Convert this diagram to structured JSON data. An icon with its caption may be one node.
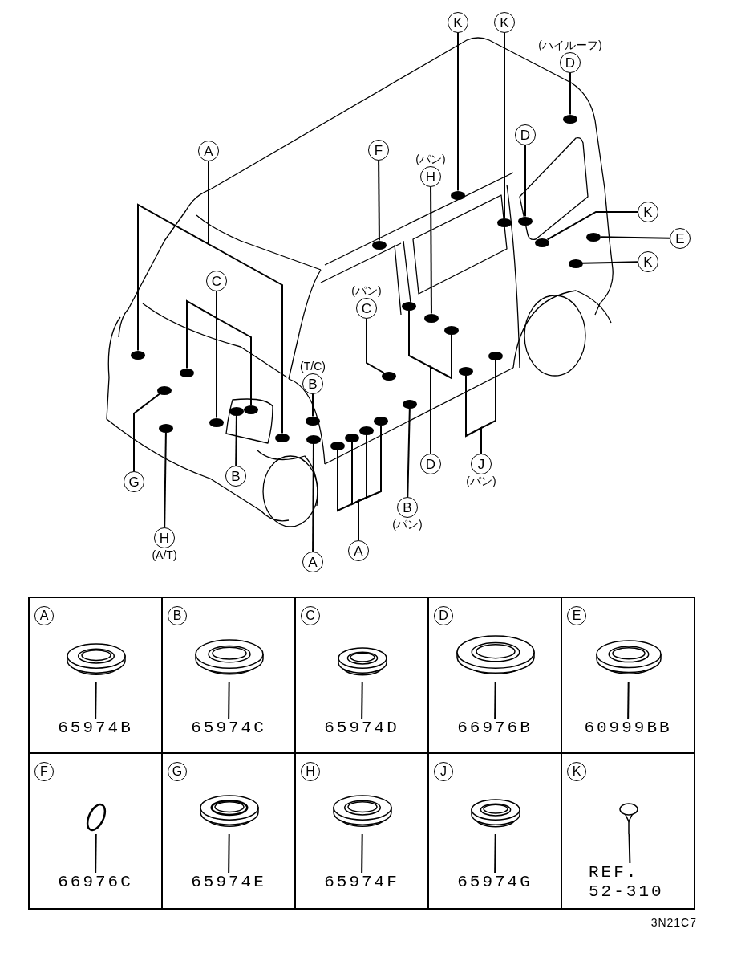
{
  "diagram": {
    "nodes": [
      {
        "text": [
          "A"
        ]
      },
      {
        "text": [],
        "shape": "circle"
      },
      {
        "text": [],
        "shape": "circle"
      },
      {
        "text": [
          "C"
        ]
      },
      {
        "text": [],
        "shape": "circle"
      },
      {
        "text": [],
        "shape": "circle"
      },
      {
        "text": [],
        "shape": "circle"
      },
      {
        "text": [
          "G"
        ]
      },
      {
        "text": [],
        "shape": "circle"
      },
      {
        "text": [
          "B"
        ]
      },
      {
        "text": [],
        "shape": "circle"
      },
      {
        "text": [
          "H"
        ],
        "beside": [
          "(A/T)"
        ]
      },
      {
        "text": [],
        "shape": "circle"
      },
      {
        "text": [
          "B"
        ],
        "beside": [
          "(T/C)"
        ]
      },
      {
        "text": [],
        "shape": "circle"
      },
      {
        "text": [
          "A"
        ]
      },
      {
        "text": [],
        "shape": "circle"
      },
      {
        "text": [
          "A"
        ]
      },
      {
        "text": [],
        "shape": "circle"
      },
      {
        "text": [],
        "shape": "circle"
      },
      {
        "text": [],
        "shape": "circle"
      },
      {
        "text": [],
        "shape": "circle"
      },
      {
        "text": [
          "F"
        ]
      },
      {
        "text": [],
        "shape": "circle"
      },
      {
        "text": [
          "C"
        ],
        "beside": [
          "(パン)"
        ]
      },
      {
        "text": [],
        "shape": "circle"
      },
      {
        "text": [
          "B"
        ],
        "beside": [
          "(パン)"
        ]
      },
      {
        "text": [],
        "shape": "circle"
      },
      {
        "text": [
          "H"
        ],
        "beside": [
          "(パン)"
        ]
      },
      {
        "text": [],
        "shape": "circle"
      },
      {
        "text": [
          "D"
        ]
      },
      {
        "text": [],
        "shape": "circle"
      },
      {
        "text": [],
        "shape": "circle"
      },
      {
        "text": [
          "J"
        ],
        "beside": [
          "(パン)"
        ]
      },
      {
        "text": [],
        "shape": "circle"
      },
      {
        "text": [],
        "shape": "circle"
      },
      {
        "text": [
          "K"
        ]
      },
      {
        "text": [],
        "shape": "circle"
      },
      {
        "text": [
          "K"
        ]
      },
      {
        "text": [],
        "shape": "circle"
      },
      {
        "text": [
          "D"
        ],
        "beside": [
          "(ハイルーフ)"
        ]
      },
      {
        "text": [],
        "shape": "circle"
      },
      {
        "text": [
          "D"
        ]
      },
      {
        "text": [],
        "shape": "circle"
      },
      {
        "text": [
          "K"
        ]
      },
      {
        "text": [],
        "shape": "circle"
      },
      {
        "text": [
          "E"
        ]
      },
      {
        "text": [],
        "shape": "circle"
      },
      {
        "text": [
          "K"
        ]
      },
      {
        "text": [],
        "shape": "circle"
      },
      {
        "text": [],
        "shape": "box"
      },
      {
        "text": [
          "A"
        ],
        "in": 50
      },
      {
        "text": [],
        "shape": "picture",
        "in": 50
      },
      {
        "text": [
          "65974B"
        ],
        "in": 50
      },
      {
        "text": [],
        "shape": "box"
      },
      {
        "text": [
          "B"
        ],
        "in": 54
      },
      {
        "text": [],
        "shape": "picture",
        "in": 54
      },
      {
        "text": [
          "65974C"
        ],
        "in": 54
      },
      {
        "text": [],
        "shape": "box"
      },
      {
        "text": [
          "C"
        ],
        "in": 58
      },
      {
        "text": [],
        "shape": "picture",
        "in": 58
      },
      {
        "text": [
          "65974D"
        ],
        "in": 58
      },
      {
        "text": [],
        "shape": "box"
      },
      {
        "text": [
          "D"
        ],
        "in": 62
      },
      {
        "text": [],
        "shape": "picture",
        "in": 62
      },
      {
        "text": [
          "66976B"
        ],
        "in": 62
      },
      {
        "text": [],
        "shape": "box"
      },
      {
        "text": [
          "E"
        ],
        "in": 66
      },
      {
        "text": [],
        "shape": "picture",
        "in": 66
      },
      {
        "text": [
          "60999BB"
        ],
        "in": 66
      },
      {
        "text": [],
        "shape": "box"
      },
      {
        "text": [
          "F"
        ],
        "in": 70
      },
      {
        "text": [],
        "shape": "ring",
        "in": 70
      },
      {
        "text": [
          "66976C"
        ],
        "in": 70
      },
      {
        "text": [],
        "shape": "box"
      },
      {
        "text": [
          "G"
        ],
        "in": 74
      },
      {
        "text": [],
        "shape": "picture",
        "in": 74
      },
      {
        "text": [
          "65974E"
        ],
        "in": 74
      },
      {
        "text": [],
        "shape": "box"
      },
      {
        "text": [
          "H"
        ],
        "in": 78
      },
      {
        "text": [],
        "shape": "picture",
        "in": 78
      },
      {
        "text": [
          "65974F"
        ],
        "in": 78
      },
      {
        "text": [],
        "shape": "box"
      },
      {
        "text": [
          "J"
        ],
        "in": 82
      },
      {
        "text": [],
        "shape": "picture",
        "in": 82
      },
      {
        "text": [
          "65974G"
        ],
        "in": 82
      },
      {
        "text": [],
        "shape": "box"
      },
      {
        "text": [
          "K"
        ],
        "in": 86
      },
      {
        "text": [],
        "shape": "picture",
        "in": 86
      },
      {
        "text": [
          "REF. 52-310"
        ],
        "in": 86
      }
    ],
    "edges": [
      {
        "from": 0,
        "to": 1,
        "arrow": "none"
      },
      {
        "from": 0,
        "to": 2,
        "arrow": "none"
      },
      {
        "from": 3,
        "to": 4,
        "arrow": "none"
      },
      {
        "from": 3,
        "to": 5,
        "arrow": "none"
      },
      {
        "from": 3,
        "to": 6,
        "arrow": "none"
      },
      {
        "from": 7,
        "to": 8,
        "arrow": "none"
      },
      {
        "from": 9,
        "to": 10,
        "arrow": "none"
      },
      {
        "from": 11,
        "to": 12,
        "arrow": "none"
      },
      {
        "from": 13,
        "to": 14,
        "arrow": "none"
      },
      {
        "from": 15,
        "to": 16,
        "arrow": "none"
      },
      {
        "from": 17,
        "to": 18,
        "arrow": "none"
      },
      {
        "from": 17,
        "to": 19,
        "arrow": "none"
      },
      {
        "from": 17,
        "to": 20,
        "arrow": "none"
      },
      {
        "from": 17,
        "to": 21,
        "arrow": "none"
      },
      {
        "from": 22,
        "to": 23,
        "arrow": "none"
      },
      {
        "from": 24,
        "to": 25,
        "arrow": "none"
      },
      {
        "from": 26,
        "to": 27,
        "arrow": "none"
      },
      {
        "from": 28,
        "to": 29,
        "arrow": "none"
      },
      {
        "from": 30,
        "to": 31,
        "arrow": "none"
      },
      {
        "from": 30,
        "to": 32,
        "arrow": "none"
      },
      {
        "from": 33,
        "to": 34,
        "arrow": "none"
      },
      {
        "from": 33,
        "to": 35,
        "arrow": "none"
      },
      {
        "from": 36,
        "to": 37,
        "arrow": "none"
      },
      {
        "from": 38,
        "to": 39,
        "arrow": "none"
      },
      {
        "from": 40,
        "to": 41,
        "arrow": "none"
      },
      {
        "from": 42,
        "to": 43,
        "arrow": "none"
      },
      {
        "from": 44,
        "to": 45,
        "arrow": "none"
      },
      {
        "from": 46,
        "to": 47,
        "arrow": "none"
      },
      {
        "from": 48,
        "to": 49,
        "arrow": "none"
      },
      {
        "from": 53,
        "to": 52,
        "arrow": "none"
      },
      {
        "from": 57,
        "to": 56,
        "arrow": "none"
      },
      {
        "from": 61,
        "to": 60,
        "arrow": "none"
      },
      {
        "from": 65,
        "to": 64,
        "arrow": "none"
      },
      {
        "from": 69,
        "to": 68,
        "arrow": "none"
      },
      {
        "from": 73,
        "to": 72,
        "arrow": "none"
      },
      {
        "from": 77,
        "to": 76,
        "arrow": "none"
      },
      {
        "from": 81,
        "to": 80,
        "arrow": "none"
      },
      {
        "from": 85,
        "to": 84,
        "arrow": "none"
      },
      {
        "from": 89,
        "to": 88,
        "arrow": "none"
      }
    ],
    "labels": [
      "3N21C7"
    ]
  }
}
